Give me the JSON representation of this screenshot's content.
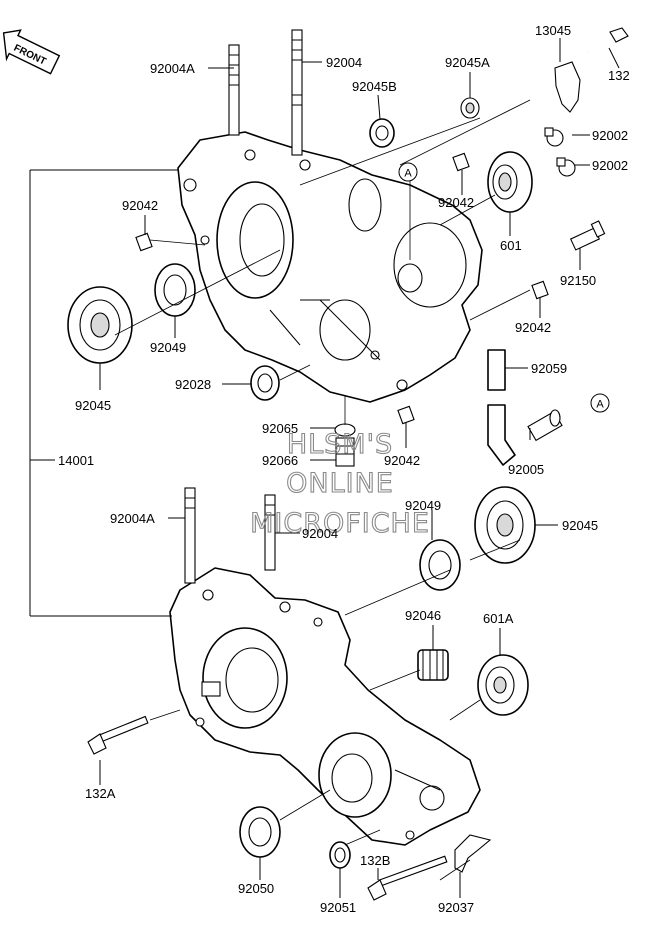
{
  "front_badge": "FRONT",
  "watermark": [
    "HLSM'S",
    "ONLINE",
    "MICROFICHE"
  ],
  "callout_marker": "A",
  "labels": {
    "p13045": "13045",
    "p132": "132",
    "p92004A_top": "92004A",
    "p92004_top": "92004",
    "p92045A": "92045A",
    "p92045B": "92045B",
    "p92002_a": "92002",
    "p92002_b": "92002",
    "p92042_left": "92042",
    "p92042_mid": "92042",
    "p601": "601",
    "p92150": "92150",
    "p92042_right": "92042",
    "p92049_top": "92049",
    "p92045_left": "92045",
    "p92028": "92028",
    "p92059": "92059",
    "p92065": "92065",
    "p92066": "92066",
    "p92042_low": "92042",
    "p92005": "92005",
    "p14001": "14001",
    "p92004A_low": "92004A",
    "p92004_low": "92004",
    "p92049_low": "92049",
    "p92045_low": "92045",
    "p92046": "92046",
    "p601A": "601A",
    "p132A": "132A",
    "p92050": "92050",
    "p132B": "132B",
    "p92051": "92051",
    "p92037": "92037"
  }
}
